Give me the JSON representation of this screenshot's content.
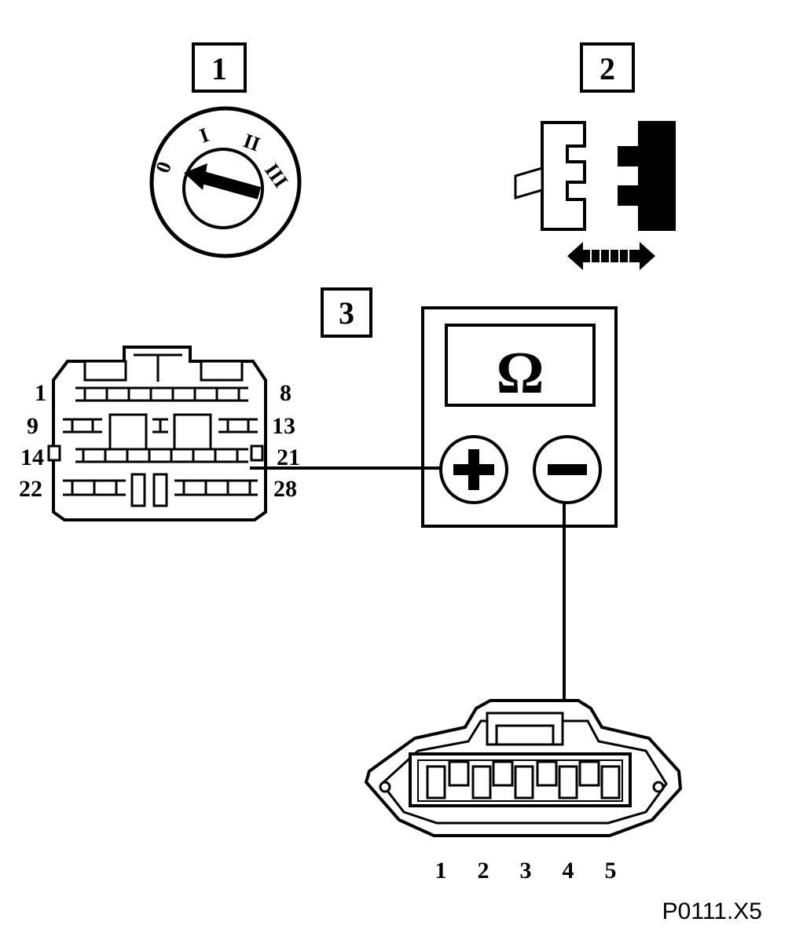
{
  "steps": {
    "step1": "1",
    "step2": "2",
    "step3": "3"
  },
  "ignition_switch": {
    "positions": [
      "0",
      "I",
      "II",
      "III"
    ]
  },
  "ohmmeter": {
    "unit_symbol": "Ω",
    "plus_symbol": "+",
    "minus_symbol": "−"
  },
  "connector_28": {
    "pin_labels": {
      "row1_left": "1",
      "row1_right": "8",
      "row2_left": "9",
      "row2_right": "13",
      "row3_left": "14",
      "row3_right": "21",
      "row4_left": "22",
      "row4_right": "28"
    }
  },
  "connector_5": {
    "pin_labels": [
      "1",
      "2",
      "3",
      "4",
      "5"
    ]
  },
  "reference_code": "P0111.X5"
}
